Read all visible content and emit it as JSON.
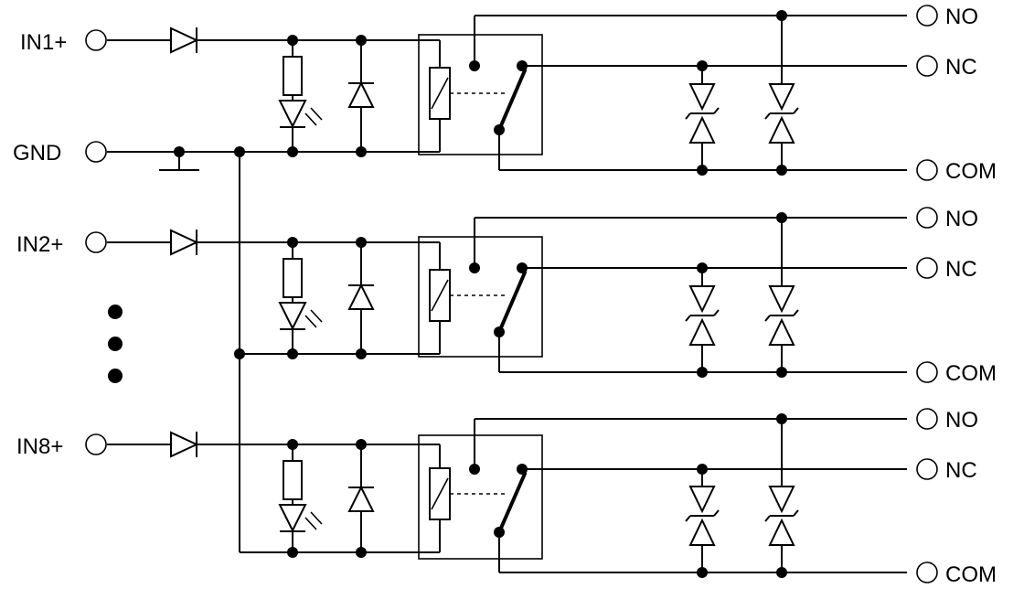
{
  "inputs": [
    {
      "label": "IN1+"
    },
    {
      "label": "IN2+"
    },
    {
      "label": "IN8+"
    }
  ],
  "ground": {
    "label": "GND"
  },
  "outputs": {
    "no": "NO",
    "nc": "NC",
    "com": "COM"
  },
  "channel_count_visible": 3,
  "icons": [
    "diode-icon",
    "resistor-icon",
    "led-icon",
    "relay-coil-icon",
    "relay-switch-icon",
    "tvs-diode-icon",
    "terminal-icon",
    "ground-icon",
    "ellipsis-icon"
  ]
}
